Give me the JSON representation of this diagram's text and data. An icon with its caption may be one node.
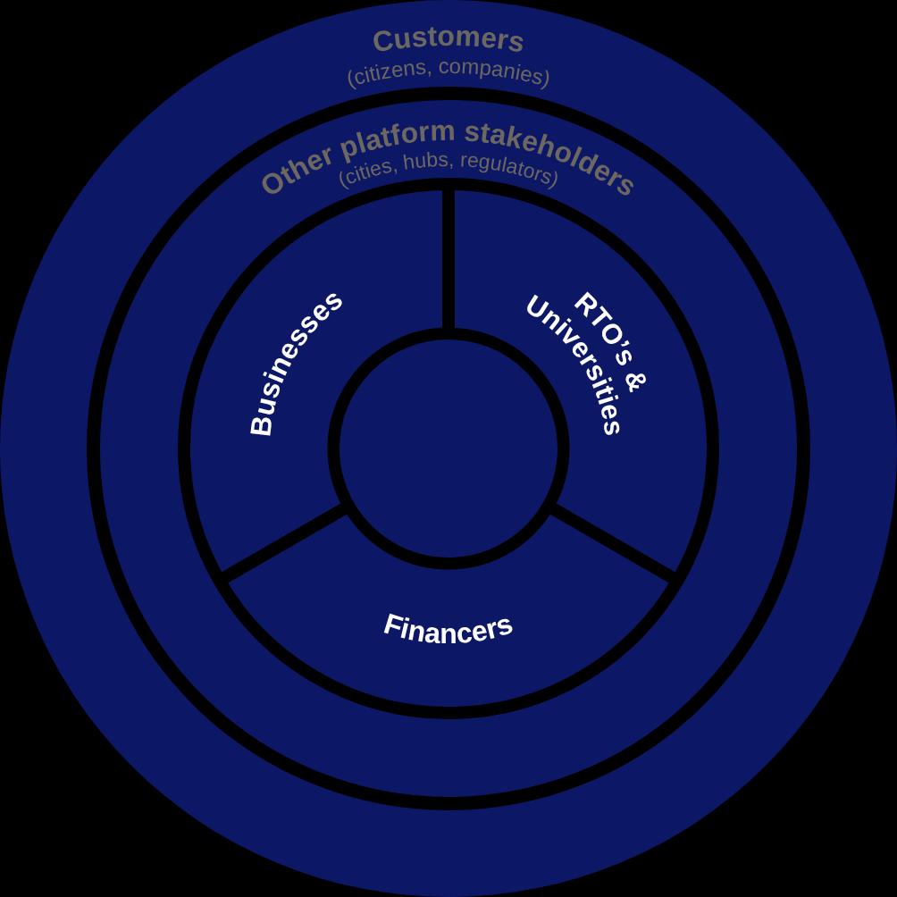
{
  "diagram": {
    "nodes": [
      {
        "text": [
          "Customers",
          "(citizens, companies)"
        ]
      },
      {
        "text": [
          "Other platform stakeholders",
          "(cities, hubs, regulators)"
        ],
        "in": 0
      },
      {
        "text": [
          "Businesses"
        ],
        "in": 1
      },
      {
        "text": [
          "RTO’s & Universities"
        ],
        "in": 1
      },
      {
        "text": [
          "Financers"
        ],
        "in": 1
      },
      {
        "text": [],
        "shape": "circle",
        "in": 1
      }
    ]
  }
}
